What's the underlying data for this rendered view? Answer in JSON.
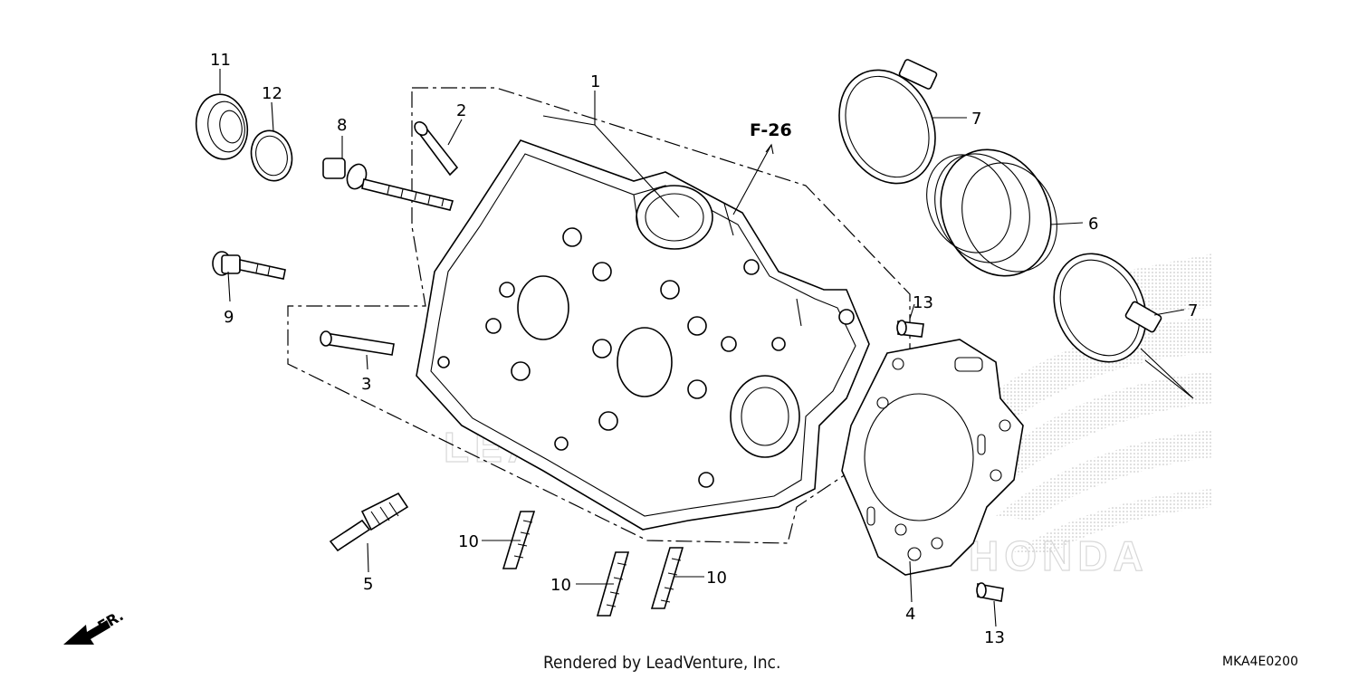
{
  "diagram": {
    "callouts": {
      "c1": "1",
      "c2": "2",
      "c3": "3",
      "c4": "4",
      "c5": "5",
      "c6": "6",
      "c7a": "7",
      "c7b": "7",
      "c8": "8",
      "c9": "9",
      "c10a": "10",
      "c10b": "10",
      "c10c": "10",
      "c11": "11",
      "c12": "12",
      "c13a": "13",
      "c13b": "13"
    },
    "reference": "F-26",
    "front_marker": "FR.",
    "watermark": "LEADVENTURE",
    "brand_watermark": "HONDA",
    "footer_text": "Rendered by LeadVenture, Inc.",
    "diagram_code": "MKA4E0200"
  }
}
